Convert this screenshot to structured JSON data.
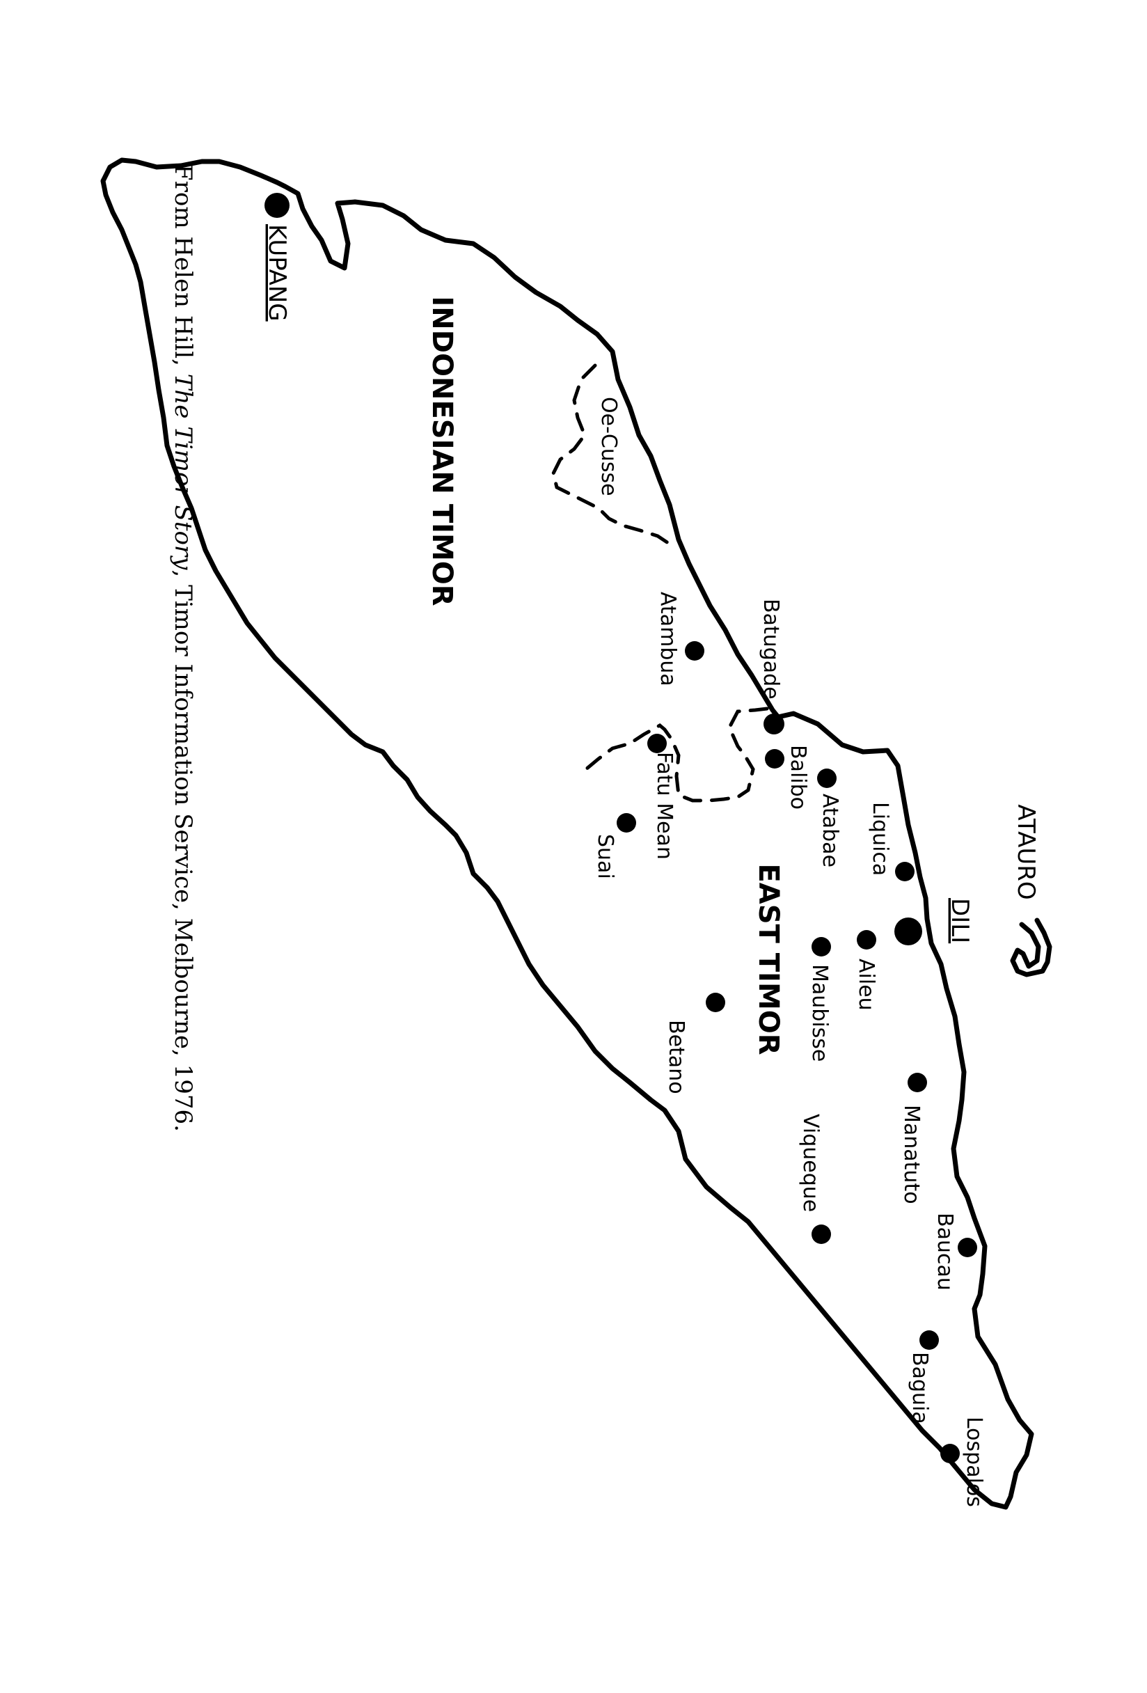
{
  "regions": {
    "indonesian": "INDONESIAN TIMOR",
    "east": "EAST TIMOR"
  },
  "island": {
    "atauro": "ATAURO"
  },
  "cities": {
    "kupang": "KUPANG",
    "dili": "DILI"
  },
  "towns": {
    "oecusse": "Oe-Cusse",
    "atambua": "Atambua",
    "batugade": "Batugade",
    "balibo": "Balibo",
    "atabae": "Atabae",
    "fatumean": "Fatu Mean",
    "suai": "Suai",
    "liquica": "Liquica",
    "aileu": "Aileu",
    "maubisse": "Maubisse",
    "betano": "Betano",
    "manatuto": "Manatuto",
    "viqueque": "Viqueque",
    "baucau": "Baucau",
    "baguia": "Baguia",
    "lospalos": "Lospalos"
  },
  "caption": {
    "part1": "From Helen Hill, ",
    "title": "The Timor Story",
    "part2": ", Timor Information Service, Melbourne, 1976."
  }
}
